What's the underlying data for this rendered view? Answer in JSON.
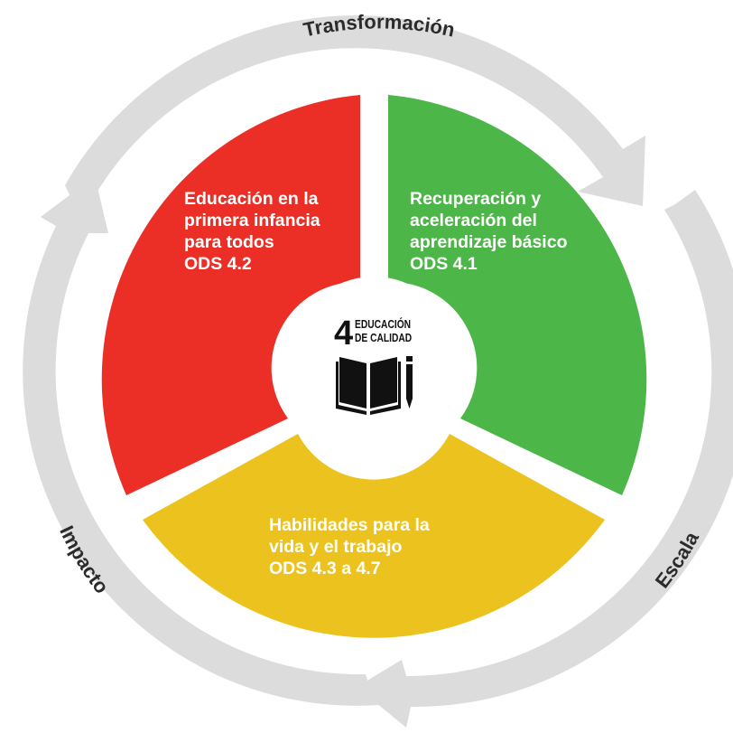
{
  "ring": {
    "labels": {
      "top": "Transformación",
      "right": "Escala",
      "left": "Impacto"
    },
    "color": "#dcdcdc"
  },
  "segments": {
    "red": {
      "lines": [
        "Educación en la",
        "primera infancia",
        "para todos",
        "ODS 4.2"
      ],
      "color": "#ec2f26"
    },
    "green": {
      "lines": [
        "Recuperación y",
        "aceleración del",
        "aprendizaje básico",
        "ODS 4.1"
      ],
      "color": "#4cb748"
    },
    "yellow": {
      "lines": [
        "Habilidades para la",
        "vida y el trabajo",
        "ODS 4.3 a 4.7"
      ],
      "color": "#ecc31e"
    }
  },
  "center": {
    "number": "4",
    "title_lines": [
      "EDUCACIÓN",
      "DE CALIDAD"
    ],
    "icon": "book-pencil-icon"
  }
}
